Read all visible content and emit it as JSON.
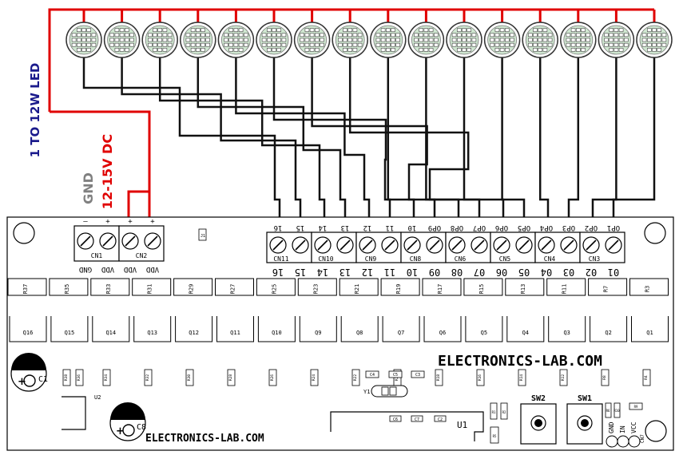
{
  "labels": {
    "led_range": "1 TO 12W LED",
    "supply": "12-15V DC",
    "gnd": "GND",
    "brand_right": "ELECTRONICS-LAB.COM",
    "brand_bottom": "ELECTRONICS-LAB.COM",
    "u1": "U1",
    "u2": "U2",
    "y1": "Y1",
    "c1": "C1",
    "c8": "C8",
    "sw1": "SW1",
    "sw2": "SW2",
    "bottom_pins": [
      "GND",
      "IN",
      "VCC"
    ],
    "led_count": 16
  },
  "power_connectors": [
    {
      "name": "CN1",
      "pins": [
        "GND",
        "VDD"
      ],
      "top_marks": [
        "—",
        "+"
      ]
    },
    {
      "name": "CN2",
      "pins": [
        "VDD",
        "VDD"
      ],
      "top_marks": [
        "+",
        "+"
      ]
    }
  ],
  "output_connectors": [
    {
      "name": "CN11",
      "top": [
        "16",
        "15"
      ],
      "bottom": [
        "16",
        "15"
      ]
    },
    {
      "name": "CN10",
      "top": [
        "14",
        "13"
      ],
      "bottom": [
        "14",
        "13"
      ]
    },
    {
      "name": "CN9",
      "top": [
        "12",
        "11"
      ],
      "bottom": [
        "12",
        "11"
      ]
    },
    {
      "name": "CN8",
      "top": [
        "10",
        "OP9"
      ],
      "bottom": [
        "10",
        "09"
      ]
    },
    {
      "name": "CN6",
      "top": [
        "OP8",
        "OP7"
      ],
      "bottom": [
        "08",
        "07"
      ]
    },
    {
      "name": "CN5",
      "top": [
        "OP6",
        "OP5"
      ],
      "bottom": [
        "06",
        "05"
      ]
    },
    {
      "name": "CN4",
      "top": [
        "OP4",
        "OP3"
      ],
      "bottom": [
        "04",
        "03"
      ]
    },
    {
      "name": "CN3",
      "top": [
        "OP2",
        "OP1"
      ],
      "bottom": [
        "02",
        "01"
      ]
    }
  ],
  "resistors_top": [
    "R37",
    "R35",
    "R33",
    "R31",
    "R29",
    "R27",
    "R25",
    "R23",
    "R21",
    "R19",
    "R17",
    "R15",
    "R13",
    "R11",
    "R7",
    "R3"
  ],
  "transistors": [
    "Q16",
    "Q15",
    "Q14",
    "Q13",
    "Q12",
    "Q11",
    "Q10",
    "Q9",
    "Q8",
    "Q7",
    "Q6",
    "Q5",
    "Q4",
    "Q3",
    "Q2",
    "Q1"
  ],
  "resistors_mid": [
    "R38",
    "R36",
    "R34",
    "R32",
    "R30",
    "R28",
    "R26",
    "R24",
    "R22",
    "R20",
    "R18",
    "R16",
    "R14",
    "R12",
    "R8",
    "R4"
  ],
  "small_parts": {
    "c3": "C3",
    "c4": "C4",
    "c5": "C5",
    "c6": "C6",
    "c7": "C7",
    "c2": "C2",
    "r1": "R1",
    "r2": "R2",
    "r5": "R5",
    "r6": "R6",
    "r9": "R9",
    "r10": "R10",
    "j1": "J1",
    "cn7": "CN7"
  },
  "colors": {
    "supply_wire": "#e00000",
    "signal_wire": "#111111",
    "led_range_text": "#1a1a8c",
    "supply_text": "#e00000",
    "gnd_text": "#808080"
  }
}
